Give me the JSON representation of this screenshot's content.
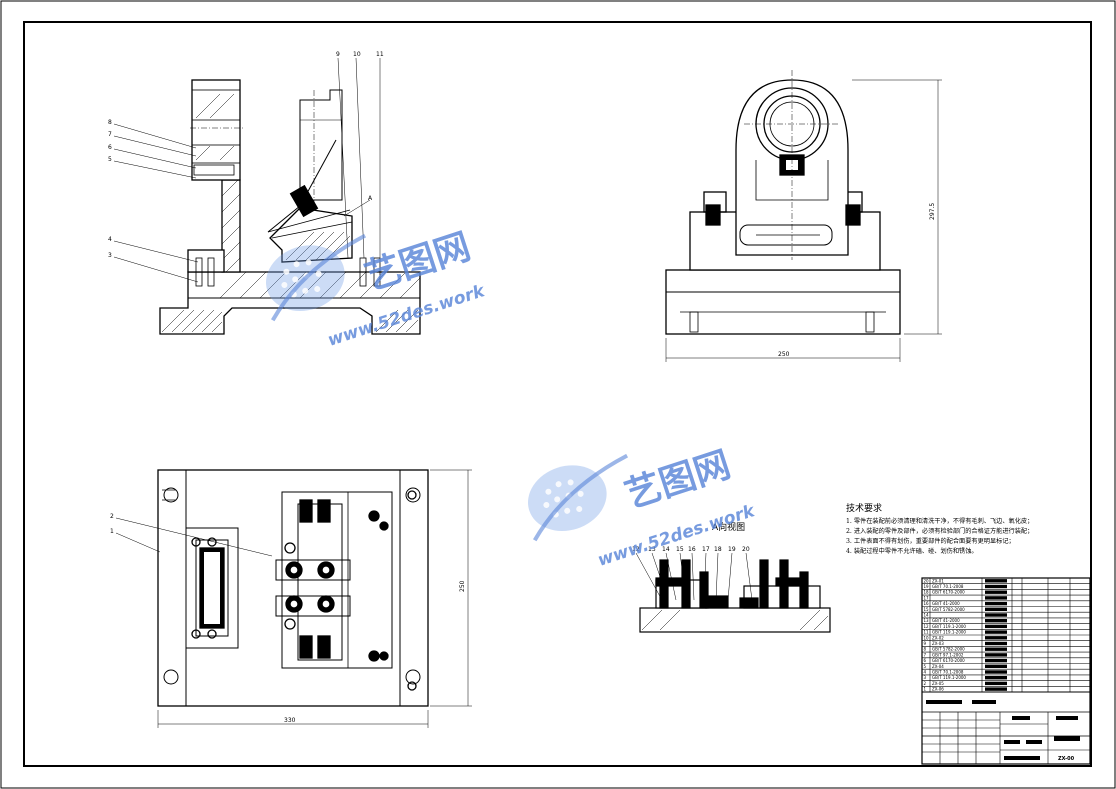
{
  "watermark": {
    "brand": "艺图网",
    "url": "www.52des.work"
  },
  "views": {
    "view_a_title": "A向视图"
  },
  "balloons": {
    "side": [
      "8",
      "7",
      "6",
      "5",
      "4",
      "3"
    ],
    "side_top": [
      "9",
      "10",
      "11"
    ],
    "side_a": "A",
    "plan": [
      "2",
      "1"
    ],
    "a_view": [
      "12",
      "13",
      "14",
      "15",
      "16",
      "17",
      "18",
      "19",
      "20"
    ]
  },
  "dimensions": {
    "front_width": "250",
    "front_height": "297.5",
    "plan_width": "330",
    "plan_height": "250"
  },
  "tech_requirements": {
    "title": "技术要求",
    "items": [
      "1. 零件在装配前必须清理和清洗干净，不得有毛刺、飞边、氧化皮；",
      "2. 进入装配的零件及部件，必须有检验部门的合格证方能进行装配；",
      "3. 工件表面不得有划伤，重要部件的配合面要有更明显标记；",
      "4. 装配过程中零件不允许磕、碰、划伤和锈蚀。"
    ]
  },
  "title_block": {
    "drawing_no": "ZX-00",
    "bom_rows": [
      {
        "no": "20",
        "code": "ZX-01"
      },
      {
        "no": "19",
        "code": "GB/T 70.1-2008"
      },
      {
        "no": "18",
        "code": "GB/T 6170-2000"
      },
      {
        "no": "17",
        "code": ""
      },
      {
        "no": "16",
        "code": "GB/T 41-2000"
      },
      {
        "no": "15",
        "code": "GB/T 5782-2000"
      },
      {
        "no": "14",
        "code": ""
      },
      {
        "no": "13",
        "code": "GB/T 41-2000"
      },
      {
        "no": "12",
        "code": "GB/T 119.1-2000"
      },
      {
        "no": "11",
        "code": "GB/T 119.1-2000"
      },
      {
        "no": "10",
        "code": "ZX-02"
      },
      {
        "no": "9",
        "code": "ZX-03"
      },
      {
        "no": "8",
        "code": "GB/T 5782-2000"
      },
      {
        "no": "7",
        "code": "GB/T 97.1-2002"
      },
      {
        "no": "6",
        "code": "GB/T 6170-2000"
      },
      {
        "no": "5",
        "code": "ZX-04"
      },
      {
        "no": "4",
        "code": "GB/T 70.1-2008"
      },
      {
        "no": "3",
        "code": "GB/T 119.1-2000"
      },
      {
        "no": "2",
        "code": "ZX-05"
      },
      {
        "no": "1",
        "code": "ZX-06"
      }
    ]
  }
}
